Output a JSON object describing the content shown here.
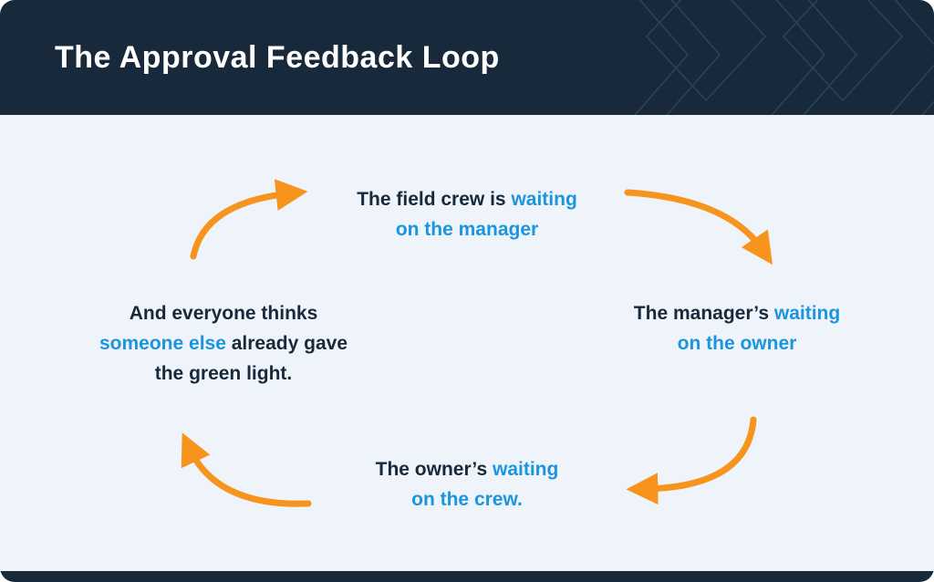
{
  "header": {
    "title": "The Approval Feedback Loop"
  },
  "colors": {
    "navy": "#17293b",
    "blue": "#1b95e0",
    "orange": "#f7941e",
    "bg": "#eef4fa",
    "pattern_line": "#2b4257"
  },
  "nodes": {
    "top": {
      "lines": [
        [
          {
            "t": "The field crew is ",
            "c": "dark"
          },
          {
            "t": "waiting",
            "c": "blue"
          }
        ],
        [
          {
            "t": "on the manager",
            "c": "blue"
          }
        ]
      ]
    },
    "right": {
      "lines": [
        [
          {
            "t": "The manager’s ",
            "c": "dark"
          },
          {
            "t": "waiting",
            "c": "blue"
          }
        ],
        [
          {
            "t": "on the owner",
            "c": "blue"
          }
        ]
      ]
    },
    "bottom": {
      "lines": [
        [
          {
            "t": "The owner’s ",
            "c": "dark"
          },
          {
            "t": "waiting",
            "c": "blue"
          }
        ],
        [
          {
            "t": "on the crew.",
            "c": "blue"
          }
        ]
      ]
    },
    "left": {
      "lines": [
        [
          {
            "t": "And everyone thinks",
            "c": "dark"
          }
        ],
        [
          {
            "t": "someone else",
            "c": "blue"
          },
          {
            "t": " already gave",
            "c": "dark"
          }
        ],
        [
          {
            "t": "the green light.",
            "c": "dark"
          }
        ]
      ]
    }
  },
  "arrows": [
    {
      "name": "arrow-left-to-top"
    },
    {
      "name": "arrow-top-to-right"
    },
    {
      "name": "arrow-right-to-bottom"
    },
    {
      "name": "arrow-bottom-to-left"
    }
  ]
}
